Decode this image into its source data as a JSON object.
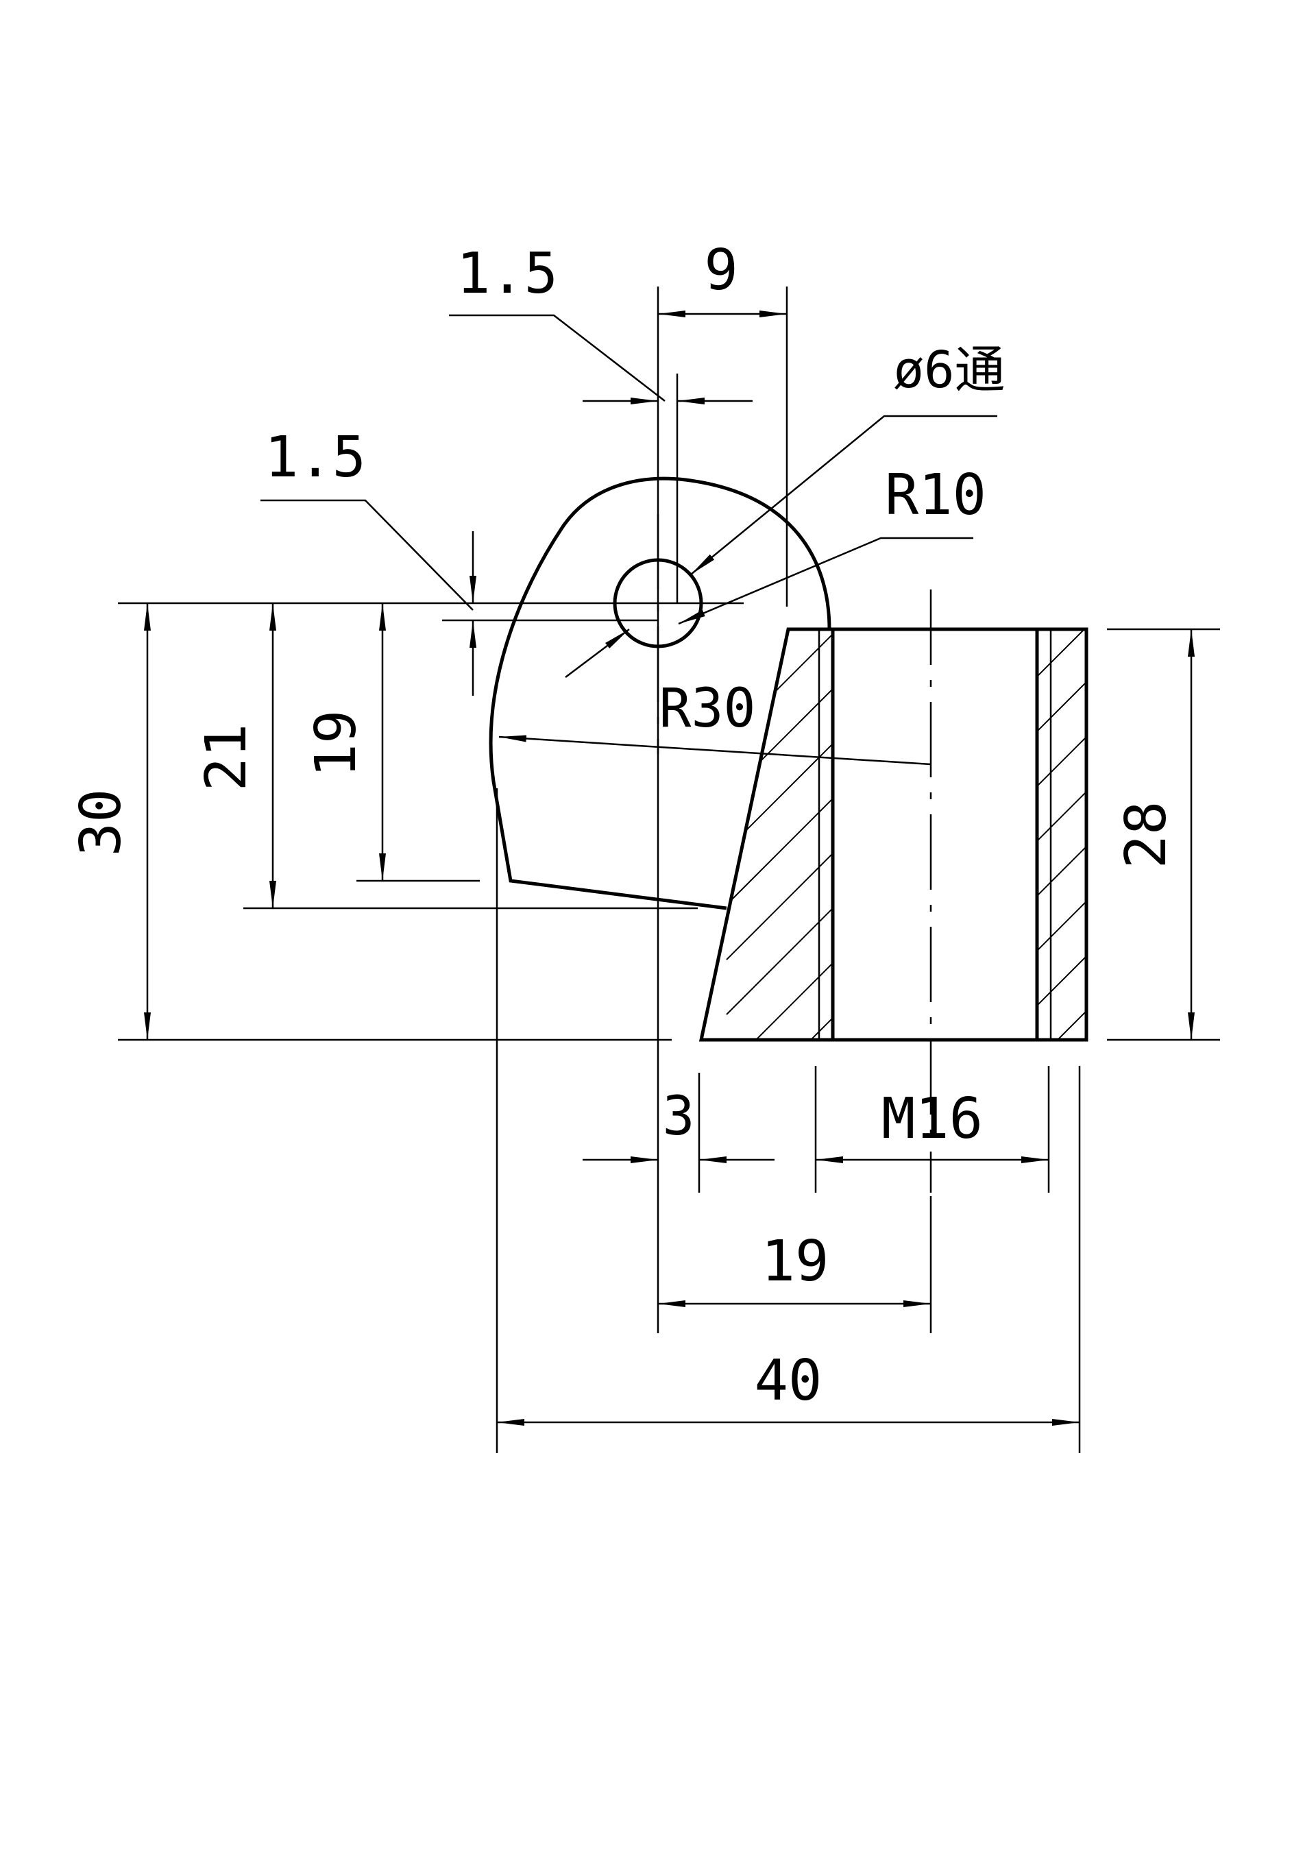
{
  "drawing": {
    "colors": {
      "line": "#000000",
      "background": "#ffffff"
    },
    "dimensions": {
      "top_offset": "1.5",
      "top_width": "9",
      "hole_diameter": "ø6通",
      "hole_offset": "1.5",
      "fillet_radius": "R10",
      "arc_radius": "R30",
      "total_height": "30",
      "height_21": "21",
      "height_19": "19",
      "right_height": "28",
      "offset_3": "3",
      "thread": "M16",
      "width_19": "19",
      "total_width": "40"
    }
  }
}
